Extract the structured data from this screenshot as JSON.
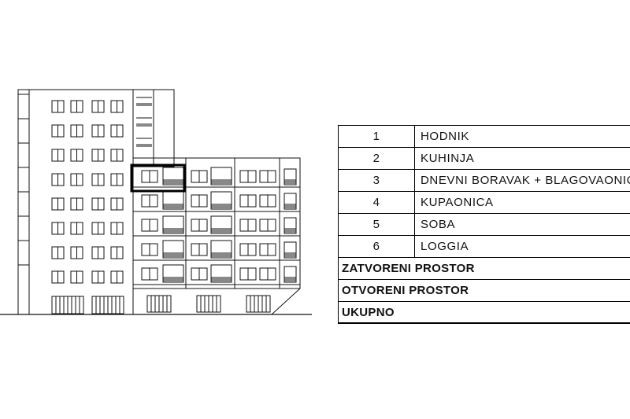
{
  "legend": {
    "rooms": [
      {
        "num": "1",
        "name": "HODNIK"
      },
      {
        "num": "2",
        "name": "KUHINJA"
      },
      {
        "num": "3",
        "name": "DNEVNI BORAVAK + BLAGOVAONICA"
      },
      {
        "num": "4",
        "name": "KUPAONICA"
      },
      {
        "num": "5",
        "name": "SOBA"
      },
      {
        "num": "6",
        "name": "LOGGIA"
      }
    ],
    "summary": {
      "closed": "ZATVORENI PROSTOR",
      "open": "OTVORENI PROSTOR",
      "total": "UKUPNO"
    }
  },
  "elevation": {
    "tower_floors": 8,
    "lower_block_floors": 5,
    "highlighted_unit": "floor 5, left bay of lower block",
    "line_color": "#111111",
    "highlight_color": "#000000"
  }
}
